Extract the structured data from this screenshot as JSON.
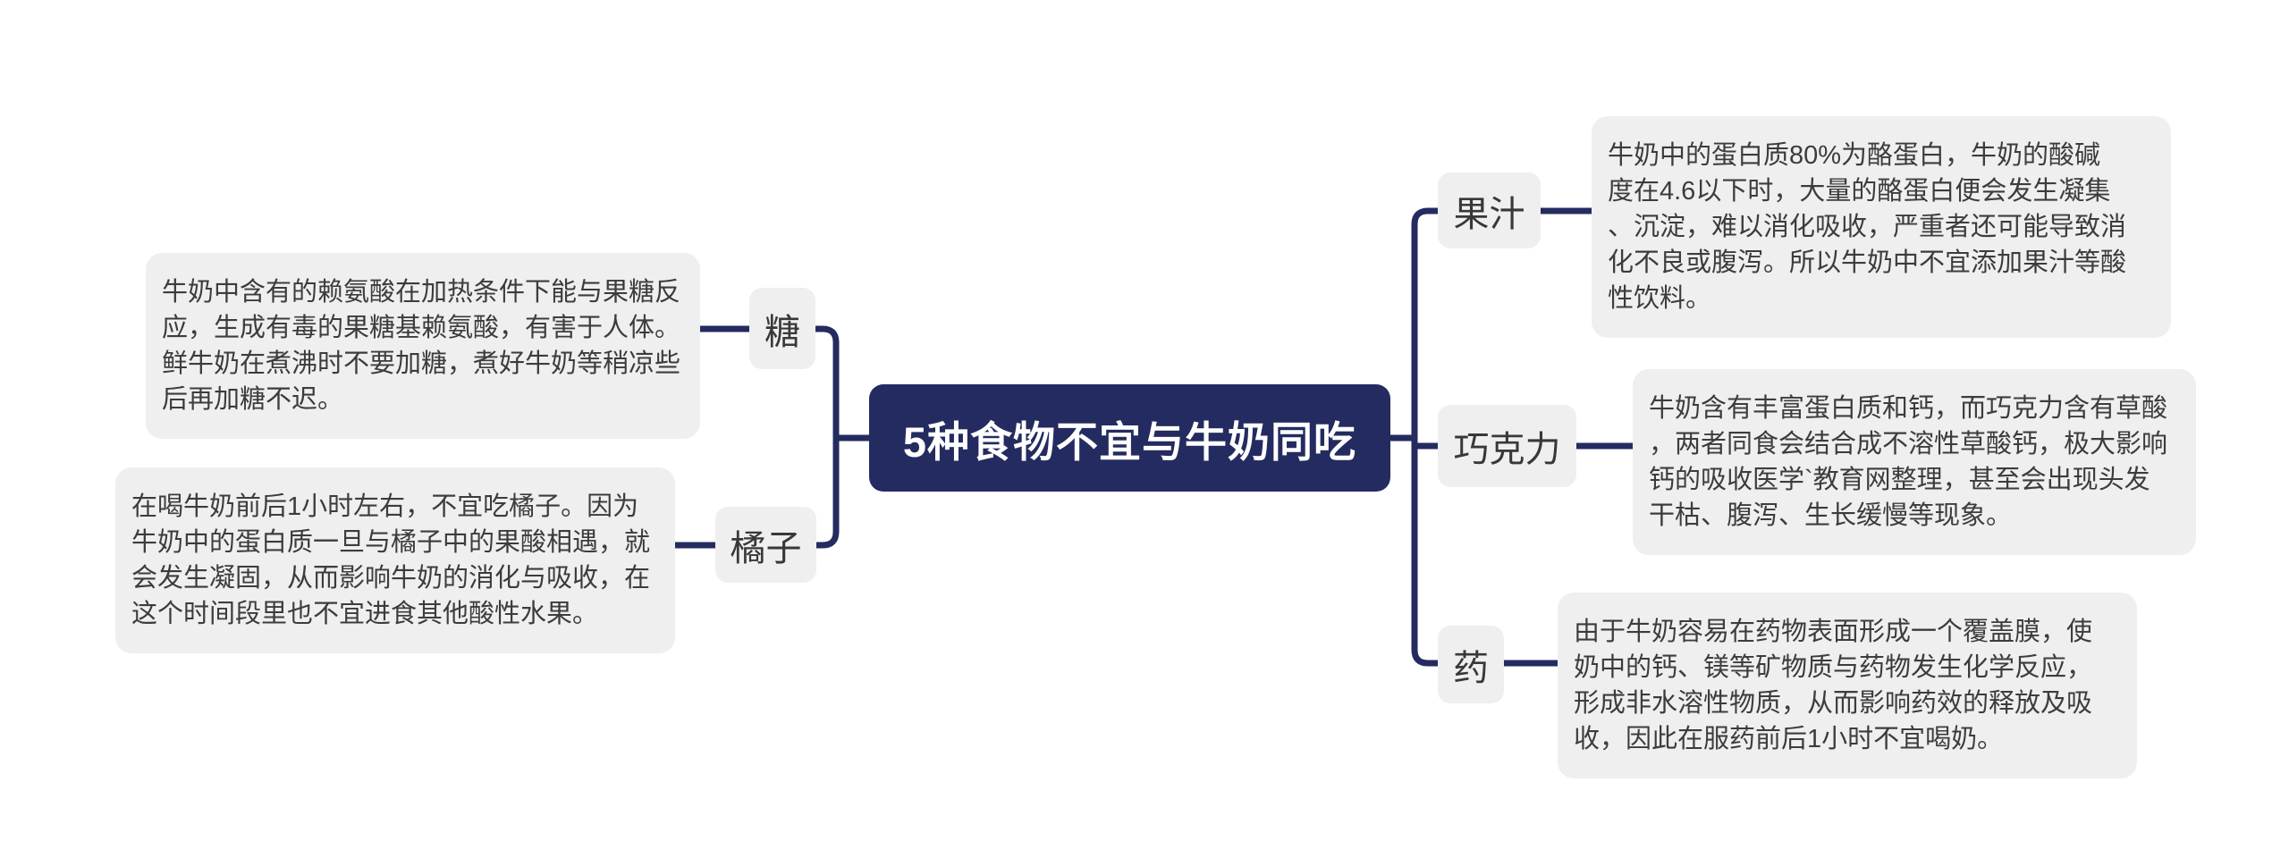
{
  "title": {
    "label": "5种食物不宜与牛奶同吃"
  },
  "colors": {
    "accent_navy": "#242b60",
    "node_bg": "#efefef",
    "text_dark": "#3c3c3c",
    "canvas_bg": "#ffffff",
    "title_text": "#ffffff"
  },
  "branches": {
    "left": [
      {
        "id": "sugar",
        "label": "糖",
        "description": "牛奶中含有的赖氨酸在加热条件下能与果糖反\n应，生成有毒的果糖基赖氨酸，有害于人体。\n鲜牛奶在煮沸时不要加糖，煮好牛奶等稍凉些\n后再加糖不迟。"
      },
      {
        "id": "orange",
        "label": "橘子",
        "description": "在喝牛奶前后1小时左右，不宜吃橘子。因为\n牛奶中的蛋白质一旦与橘子中的果酸相遇，就\n会发生凝固，从而影响牛奶的消化与吸收，在\n这个时间段里也不宜进食其他酸性水果。"
      }
    ],
    "right": [
      {
        "id": "juice",
        "label": "果汁",
        "description": "牛奶中的蛋白质80%为酪蛋白，牛奶的酸碱\n度在4.6以下时，大量的酪蛋白便会发生凝集\n、沉淀，难以消化吸收，严重者还可能导致消\n化不良或腹泻。所以牛奶中不宜添加果汁等酸\n性饮料。"
      },
      {
        "id": "chocolate",
        "label": "巧克力",
        "description": "牛奶含有丰富蛋白质和钙，而巧克力含有草酸\n，两者同食会结合成不溶性草酸钙，极大影响\n钙的吸收医学`教育网整理，甚至会出现头发\n干枯、腹泻、生长缓慢等现象。"
      },
      {
        "id": "medicine",
        "label": "药",
        "description": "由于牛奶容易在药物表面形成一个覆盖膜，使\n奶中的钙、镁等矿物质与药物发生化学反应，\n形成非水溶性物质，从而影响药效的释放及吸\n收，因此在服药前后1小时不宜喝奶。"
      }
    ]
  }
}
